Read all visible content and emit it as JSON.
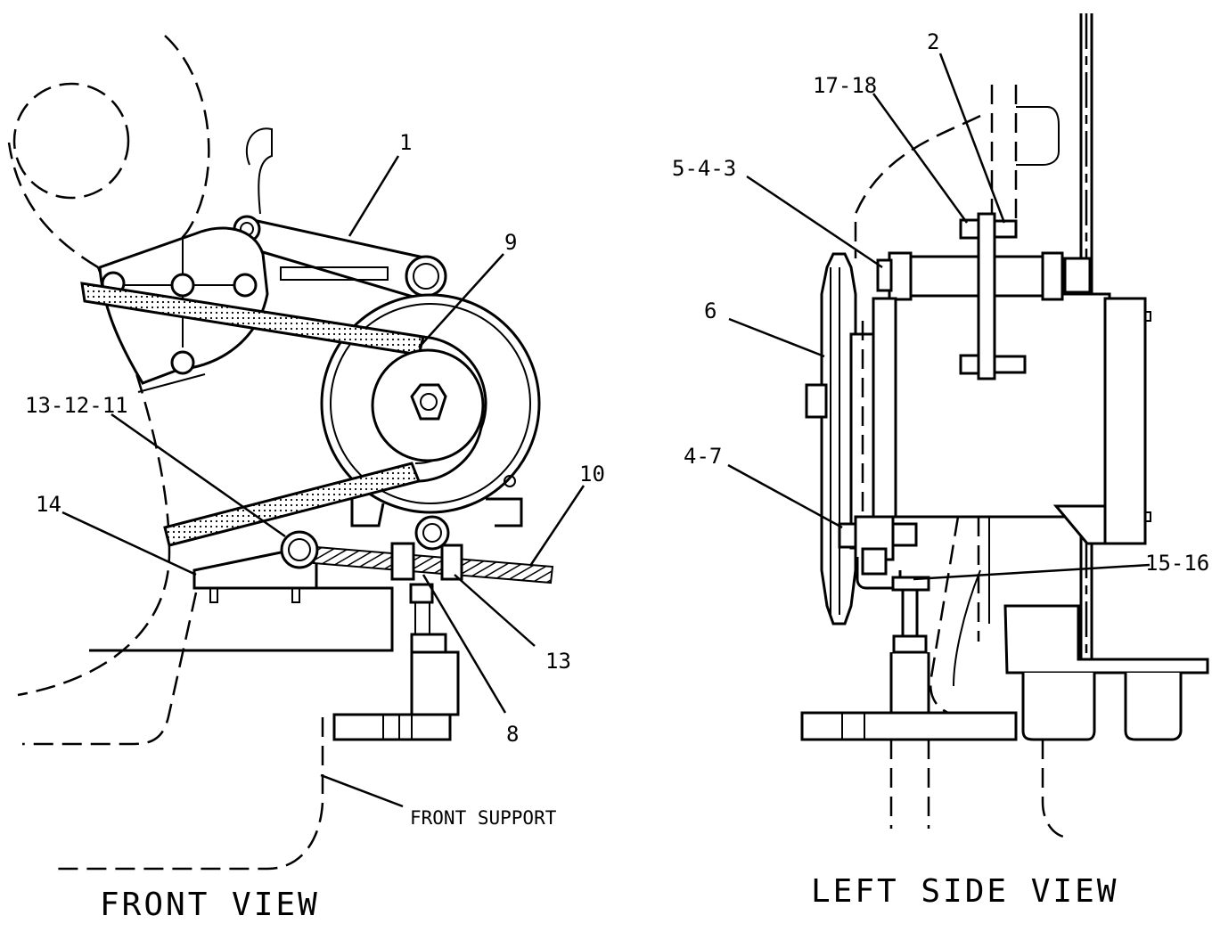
{
  "views": {
    "front": {
      "title": "FRONT VIEW",
      "support_label": "FRONT SUPPORT",
      "callouts": [
        "1",
        "9",
        "13-12-11",
        "14",
        "10",
        "13",
        "8"
      ]
    },
    "side": {
      "title": "LEFT SIDE VIEW",
      "callouts": [
        "2",
        "17-18",
        "5-4-3",
        "6",
        "4-7",
        "15-16"
      ]
    }
  }
}
